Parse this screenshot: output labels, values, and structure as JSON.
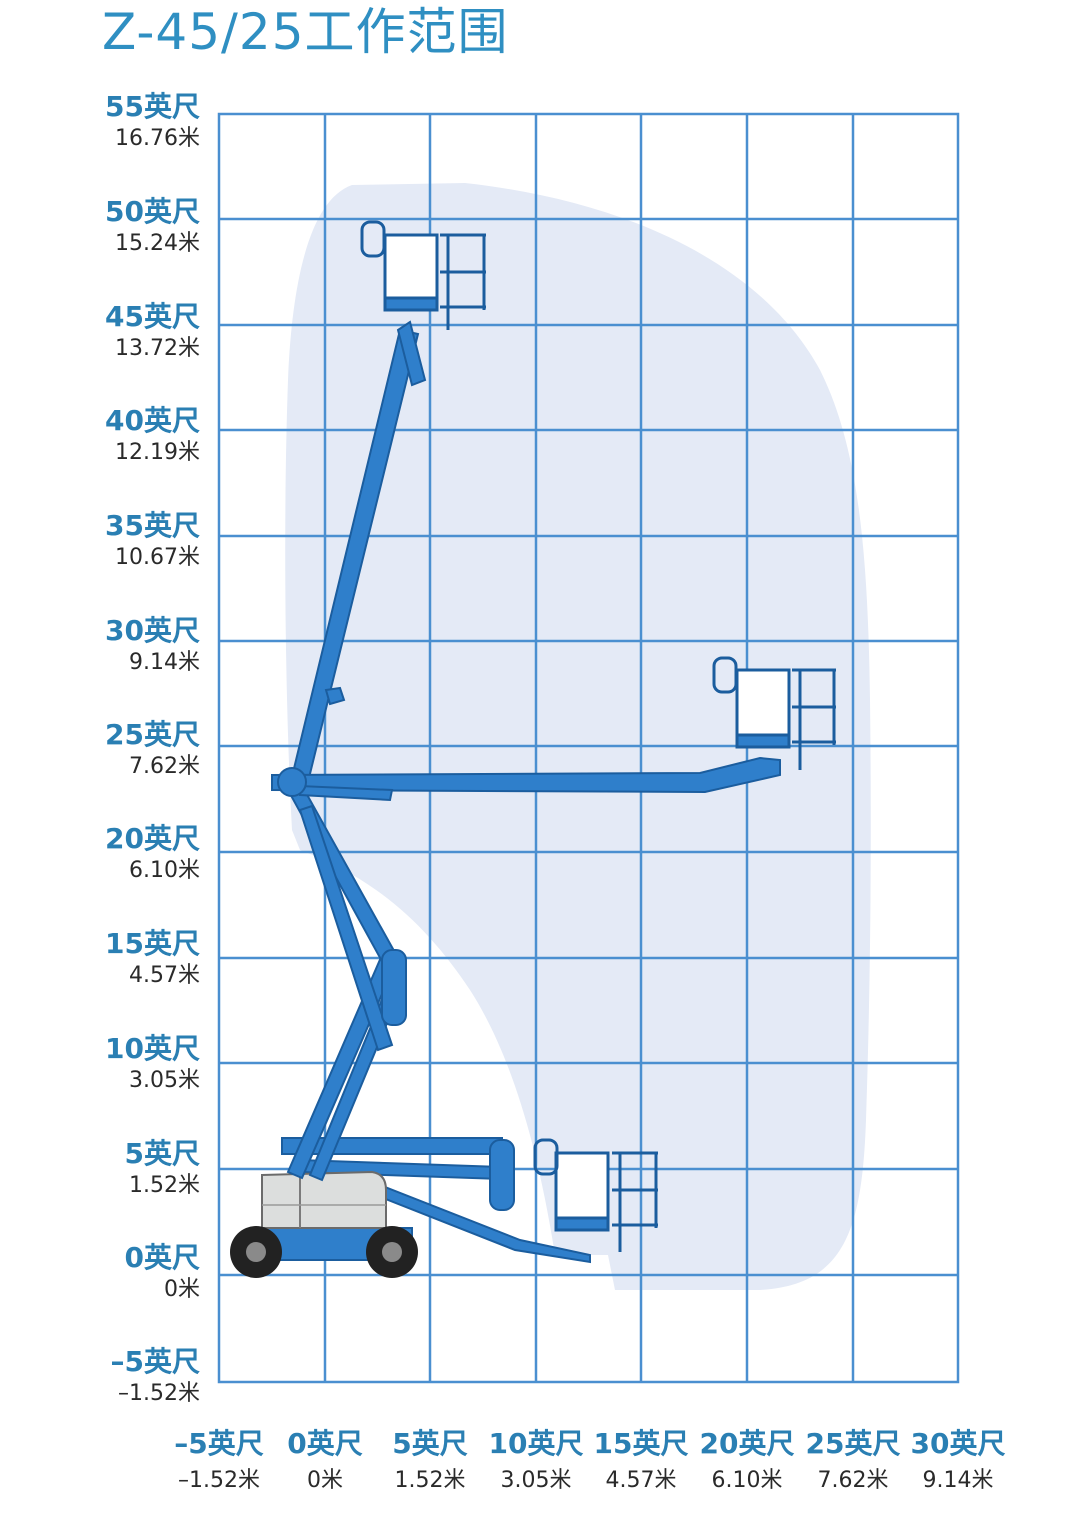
{
  "title": "Z-45/25工作范围",
  "colors": {
    "grid": "#4a8fd0",
    "envelope": "#e4eaf6",
    "machine_blue": "#2f7fcb",
    "machine_dark": "#1b5d9e",
    "label_feet": "#2a7fb3",
    "label_meters": "#2a2a2a"
  },
  "y_axis": [
    {
      "feet": "55英尺",
      "meters": "16.76米"
    },
    {
      "feet": "50英尺",
      "meters": "15.24米"
    },
    {
      "feet": "45英尺",
      "meters": "13.72米"
    },
    {
      "feet": "40英尺",
      "meters": "12.19米"
    },
    {
      "feet": "35英尺",
      "meters": "10.67米"
    },
    {
      "feet": "30英尺",
      "meters": "9.14米"
    },
    {
      "feet": "25英尺",
      "meters": "7.62米"
    },
    {
      "feet": "20英尺",
      "meters": "6.10米"
    },
    {
      "feet": "15英尺",
      "meters": "4.57米"
    },
    {
      "feet": "10英尺",
      "meters": "3.05米"
    },
    {
      "feet": "5英尺",
      "meters": "1.52米"
    },
    {
      "feet": "0英尺",
      "meters": "0米"
    },
    {
      "feet": "–5英尺",
      "meters": "–1.52米"
    }
  ],
  "x_axis": [
    {
      "feet": "–5英尺",
      "meters": "–1.52米"
    },
    {
      "feet": "0英尺",
      "meters": "0米"
    },
    {
      "feet": "5英尺",
      "meters": "1.52米"
    },
    {
      "feet": "10英尺",
      "meters": "3.05米"
    },
    {
      "feet": "15英尺",
      "meters": "4.57米"
    },
    {
      "feet": "20英尺",
      "meters": "6.10米"
    },
    {
      "feet": "25英尺",
      "meters": "7.62米"
    },
    {
      "feet": "30英尺",
      "meters": "9.14米"
    }
  ]
}
